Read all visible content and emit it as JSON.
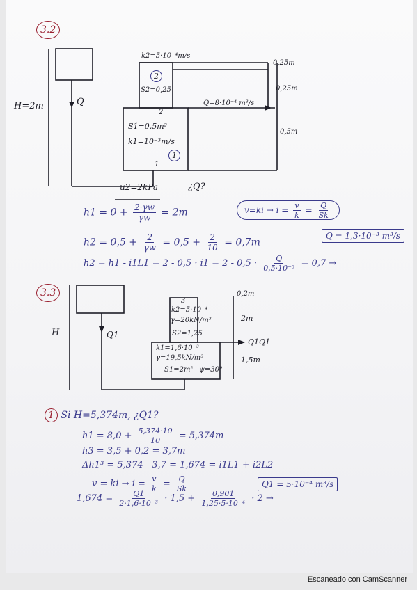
{
  "p32": {
    "number": "3.2",
    "H": "H=2m",
    "Q": "Q",
    "k2": "k2=5·10⁻⁴m/s",
    "circ2": "2",
    "S2": "S2=0,25",
    "pt2": "2",
    "Qflow": "Q=8·10⁻⁴ m³/s",
    "S1": "S1=0,5m²",
    "k1": "k1=10⁻³m/s",
    "circ1": "1",
    "pt1": "1",
    "u2": "u2=2kPa",
    "qQ": "¿Q?",
    "d1": "0,25m",
    "d2": "0,25m",
    "d3": "0,5m",
    "eq1_left": "h1 = 0 +",
    "eq1_num": "2·γw",
    "eq1_den": "γw",
    "eq1_right": "= 2m",
    "oval_a": "v=ki → i =",
    "oval_n1": "v",
    "oval_d1": "k",
    "oval_eq": "=",
    "oval_n2": "Q",
    "oval_d2": "Sk",
    "eq2_left": "h2 = 0,5 +",
    "eq2_n1": "2",
    "eq2_d1": "γw",
    "eq2_mid": "= 0,5 +",
    "eq2_n2": "2",
    "eq2_d2": "10",
    "eq2_right": "= 0,7m",
    "eq3_left": "h2 = h1 - i1L1 = 2 - 0,5 · i1 = 2 - 0,5 ·",
    "eq3_num": "Q",
    "eq3_den": "0,5·10⁻³",
    "eq3_right": "= 0,7 →",
    "result": "Q = 1,3·10⁻³ m³/s"
  },
  "p33": {
    "number": "3.3",
    "H": "H",
    "Q1": "Q1",
    "s3": "3",
    "k2": "k2=5·10⁻⁴",
    "g2": "γ=20kN/m³",
    "S2": "S2=1,25",
    "k1": "k1=1,6·10⁻³",
    "g1": "γ=19,5kN/m³",
    "S1": "S1=2m²",
    "ang": "ψ=30°",
    "d1": "0,2m",
    "d2": "2m",
    "d3": "1,5m",
    "QQ1": "Q1Q1"
  },
  "sol": {
    "circ": "1",
    "line1": "Si H=5,374m, ¿Q1?",
    "h1_left": "h1 = 8,0 +",
    "h1_num": "5,374·10",
    "h1_den": "10",
    "h1_right": "= 5,374m",
    "h3": "h3 = 3,5 + 0,2 = 3,7m",
    "dh": "Δh1³ = 5,374 - 3,7 = 1,674 = i1L1 + i2L2",
    "v_left": "v = ki → i =",
    "v_n1": "v",
    "v_d1": "k",
    "v_eq": "=",
    "v_n2": "Q",
    "v_d2": "Sk",
    "last_left": "1,674 =",
    "last_n1": "Q1",
    "last_d1": "2·1,6·10⁻³",
    "last_mid": "· 1,5 +",
    "last_n2": "0,901",
    "last_d2": "1,25·5·10⁻⁴",
    "last_right": "· 2 →",
    "result": "Q1 = 5·10⁻⁴ m³/s"
  },
  "footer": "Escaneado con CamScanner",
  "colors": {
    "black_ink": "#1e1e28",
    "blue_ink": "#3a3a8c",
    "red_ink": "#9a2030",
    "paper": "#f7f7f9"
  }
}
